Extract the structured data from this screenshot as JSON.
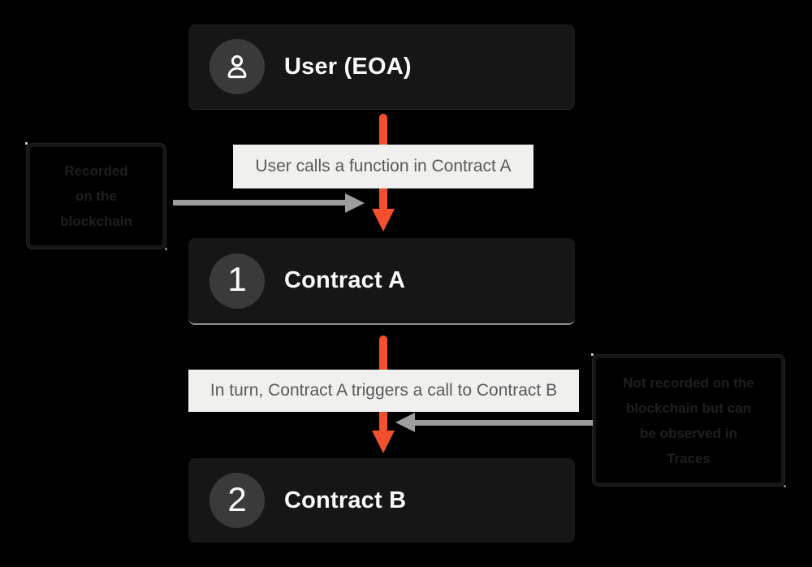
{
  "diagram": {
    "title": "Contract call flow",
    "colors": {
      "background": "#000000",
      "node_background": "#161616",
      "badge_background": "#3a3a3a",
      "node_text": "#fafafa",
      "accent_orange": "#f4502d",
      "arrow_gray": "#9d9d9d",
      "band_background": "#f0f0ee",
      "band_text": "#5a5a5a",
      "note_text": "#1f1f1f"
    },
    "nodes": [
      {
        "id": "user",
        "label": "User (EOA)",
        "icon": "person-icon",
        "badge": ""
      },
      {
        "id": "contract-a",
        "label": "Contract A",
        "badge": "1"
      },
      {
        "id": "contract-b",
        "label": "Contract B",
        "badge": "2"
      }
    ],
    "edge_labels": [
      {
        "text": "User calls a function in Contract A"
      },
      {
        "text": "In turn, Contract A triggers a call to Contract B"
      }
    ],
    "notes": [
      {
        "text": "Recorded\non the\nblockchain"
      },
      {
        "text": "Not recorded on the\nblockchain but can\nbe observed in\nTraces"
      }
    ]
  }
}
